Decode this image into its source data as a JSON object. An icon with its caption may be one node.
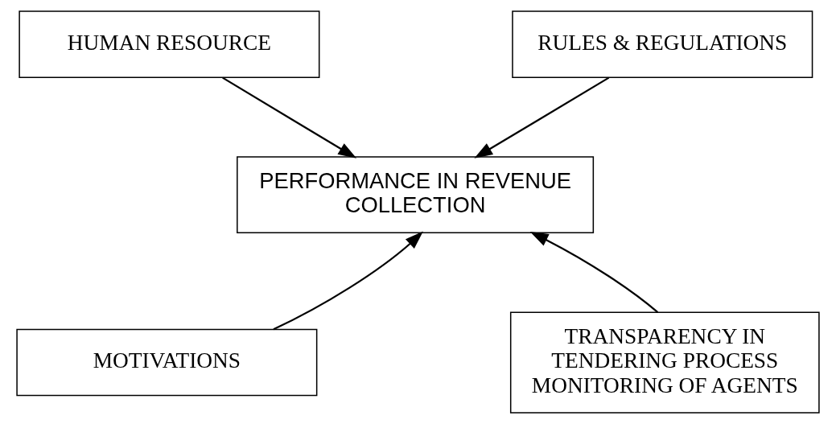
{
  "diagram": {
    "nodes": [
      {
        "text": [
          "HUMAN RESOURCE"
        ]
      },
      {
        "text": [
          "RULES & REGULATIONS"
        ]
      },
      {
        "text": [
          "PERFORMANCE IN REVENUE COLLECTION"
        ]
      },
      {
        "text": [
          "MOTIVATIONS"
        ]
      },
      {
        "text": [
          "TRANSPARENCY IN TENDERING PROCESS MONITORING OF AGENTS"
        ]
      }
    ],
    "edges": [
      {
        "from": 0,
        "to": 2,
        "arrow": "to"
      },
      {
        "from": 1,
        "to": 2,
        "arrow": "to"
      },
      {
        "from": 3,
        "to": 2,
        "arrow": "to"
      },
      {
        "from": 4,
        "to": 2,
        "arrow": "to"
      }
    ]
  }
}
